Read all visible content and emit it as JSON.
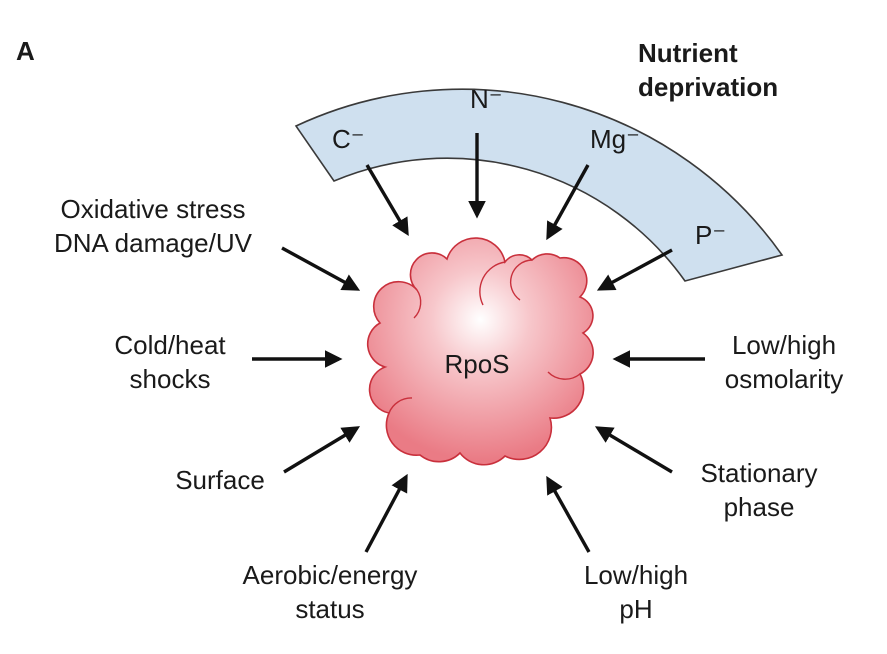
{
  "panel_letter": "A",
  "center": {
    "label": "RpoS",
    "fill": "#ee8c94",
    "stroke": "#c9303c"
  },
  "band": {
    "title_line1": "Nutrient",
    "title_line2": "deprivation",
    "fill": "#cfe0ef",
    "stroke": "#3a3a3a",
    "items": [
      "C⁻",
      "N⁻",
      "Mg⁻",
      "P⁻"
    ]
  },
  "signals": {
    "oxidative_line1": "Oxidative stress",
    "oxidative_line2": "DNA damage/UV",
    "cold_line1": "Cold/heat",
    "cold_line2": "shocks",
    "surface": "Surface",
    "aerobic_line1": "Aerobic/energy",
    "aerobic_line2": "status",
    "ph_line1": "Low/high",
    "ph_line2": "pH",
    "stationary_line1": "Stationary",
    "stationary_line2": "phase",
    "osmolarity_line1": "Low/high",
    "osmolarity_line2": "osmolarity"
  }
}
